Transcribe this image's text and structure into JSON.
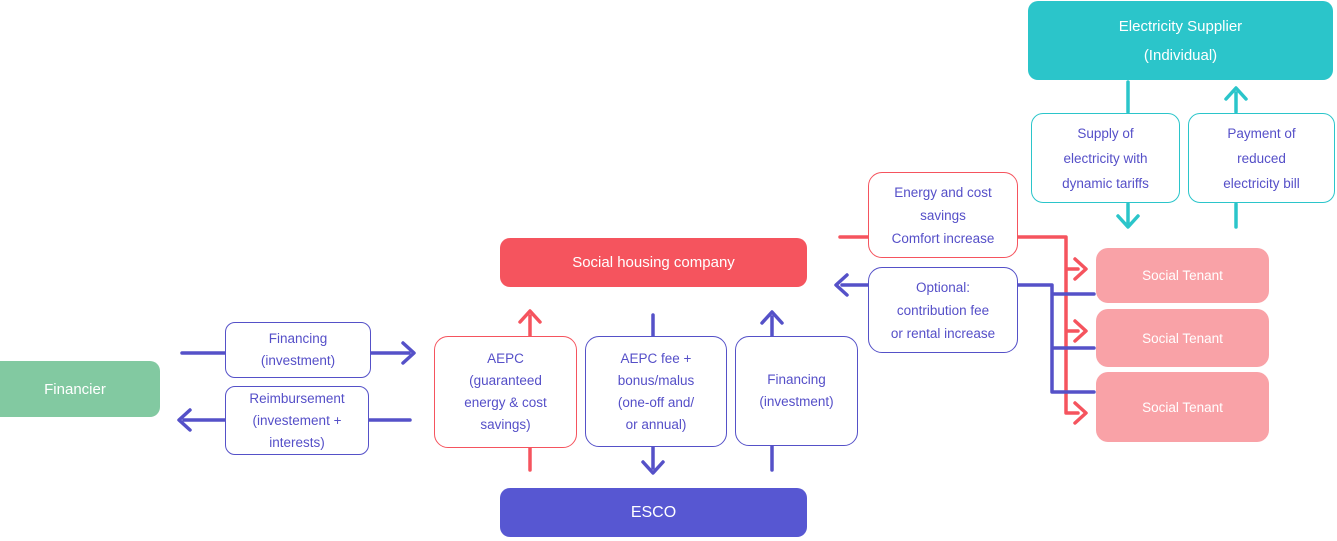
{
  "palette": {
    "teal": "#2BC5CA",
    "coral": "#F5545E",
    "pink": "#F9A2A7",
    "green": "#82C9A1",
    "purple_fill": "#5757D2",
    "purple_line": "#5551C8",
    "purple_text": "#554FC8"
  },
  "nodes": {
    "electricity_supplier": {
      "lines": [
        "Electricity Supplier",
        "(Individual)"
      ]
    },
    "supply": {
      "lines": [
        "Supply of",
        "electricity with",
        "dynamic tariffs"
      ]
    },
    "payment": {
      "lines": [
        "Payment of",
        "reduced",
        "electricity bill"
      ]
    },
    "tenant1": {
      "label": "Social Tenant"
    },
    "tenant2": {
      "label": "Social Tenant"
    },
    "tenant3": {
      "label": "Social Tenant"
    },
    "housing": {
      "label": "Social housing company"
    },
    "energy": {
      "lines": [
        "Energy and cost",
        "savings",
        "Comfort increase"
      ]
    },
    "optional": {
      "lines": [
        "Optional:",
        "contribution fee",
        "or rental increase"
      ]
    },
    "financier": {
      "label": "Financier"
    },
    "financing_left": {
      "lines": [
        "Financing",
        "(investment)"
      ]
    },
    "reimbursement": {
      "lines": [
        "Reimbursement",
        "(investement +",
        "interests)"
      ]
    },
    "aepc": {
      "lines": [
        "AEPC",
        "(guaranteed",
        "energy & cost",
        "savings)"
      ]
    },
    "aepc_fee": {
      "lines": [
        "AEPC fee +",
        "bonus/malus",
        "(one-off and/",
        "or annual)"
      ]
    },
    "financing_mid": {
      "lines": [
        "Financing",
        "(investment)"
      ]
    },
    "esco": {
      "label": "ESCO"
    }
  }
}
